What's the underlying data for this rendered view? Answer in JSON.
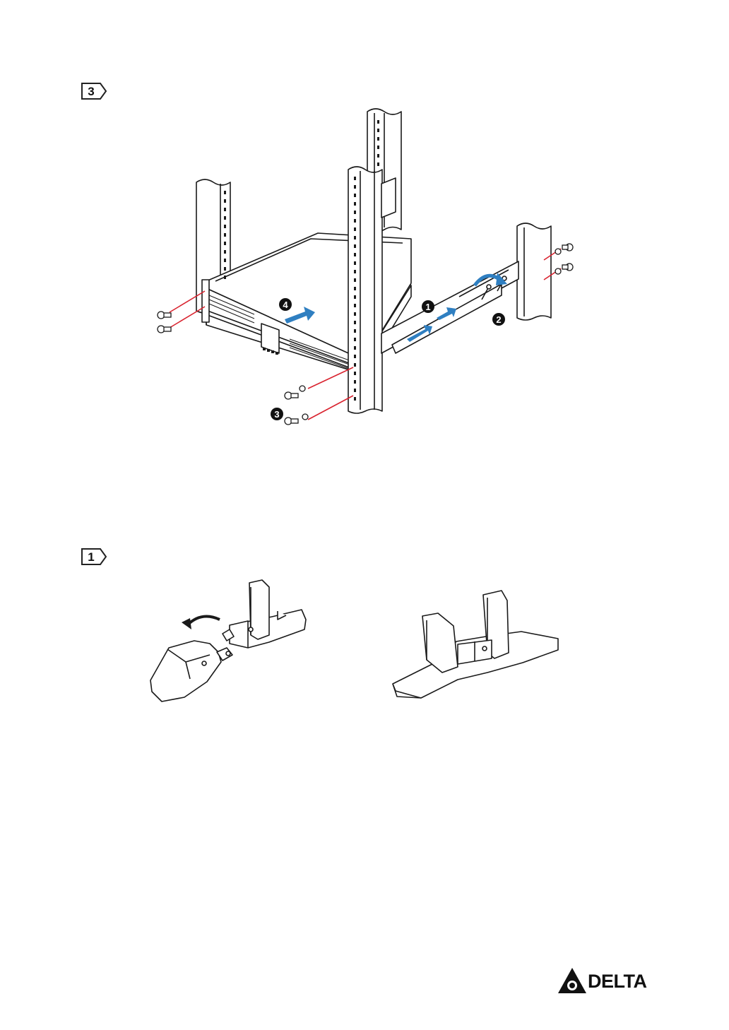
{
  "steps": [
    {
      "number": "3"
    },
    {
      "number": "1"
    }
  ],
  "rack_figure": {
    "callouts": [
      "1",
      "2",
      "3",
      "4"
    ]
  },
  "brand": {
    "name": "DELTA"
  },
  "colors": {
    "accent_arrow": "#2f7fc1",
    "guide_line": "#d9232f",
    "line_art": "#1a1a1a"
  }
}
